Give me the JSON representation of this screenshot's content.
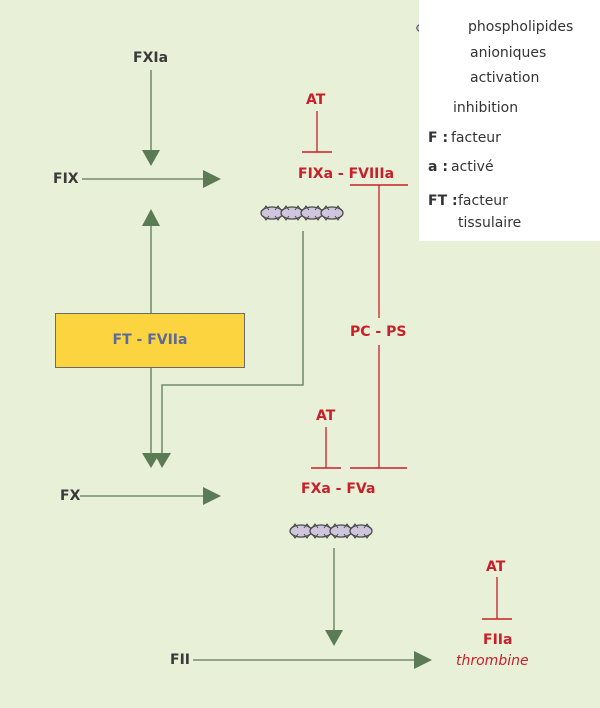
{
  "colors": {
    "background": "#e8f0d8",
    "arrow": "#5b7b55",
    "inhibit": "#c8202a",
    "box_fill": "#fcd440",
    "box_text": "#5a6a9a",
    "dark_text": "#3a3a3a"
  },
  "nodes": {
    "fxia": "FXIa",
    "fix": "FIX",
    "at_top": "AT",
    "fixa_fviiia": "FIXa - FVIIIa",
    "ft_fviia": "FT - FVIIa",
    "pc_ps": "PC - PS",
    "at_mid": "AT",
    "fx": "FX",
    "fxa_fva": "FXa - FVa",
    "at_bottom": "AT",
    "fii": "FII",
    "fiia": "FIIa",
    "thrombine": "thrombine"
  },
  "legend": {
    "phospholipides_line1": "phospholipides",
    "phospholipides_line2": "anioniques",
    "activation": "activation",
    "inhibition": "inhibition",
    "f_key": "F :",
    "f_value": "facteur",
    "a_key": "a :",
    "a_value": "activé",
    "ft_key": "FT :",
    "ft_value_line1": "facteur",
    "ft_value_line2": "tissulaire"
  },
  "icons": [
    "phospholipid-icon",
    "activation-arrow-icon",
    "inhibition-bar-icon"
  ]
}
